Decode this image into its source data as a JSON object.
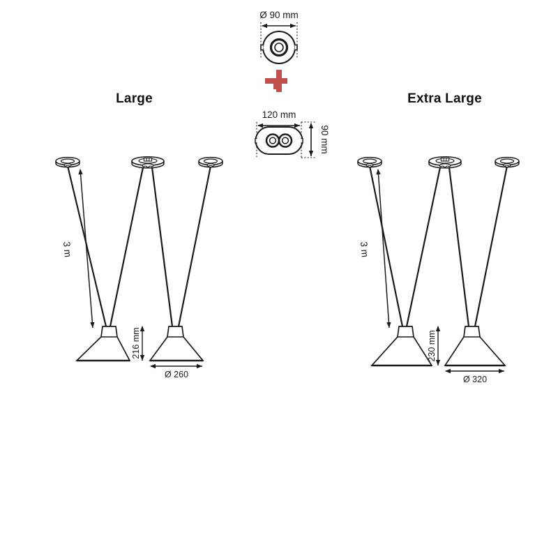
{
  "document": {
    "type": "technical-dimension-drawing",
    "background_color": "#ffffff",
    "line_color": "#1a1a1a",
    "accent_color": "#c0504d"
  },
  "top_detail": {
    "name": "round-ceiling-rose",
    "dimension_label": "Ø 90 mm",
    "shape": "circle",
    "outlets": 1
  },
  "combine_symbol": {
    "glyph": "plus",
    "color": "#c0504d",
    "label": "+"
  },
  "oval_detail": {
    "name": "oval-double-ceiling-rose",
    "width_label": "120 mm",
    "height_label": "90 mm",
    "shape": "oval",
    "outlets": 2
  },
  "variants": [
    {
      "id": "large",
      "title": "Large",
      "drop_label": "3 m",
      "shade_height_label": "216 mm",
      "shade_diameter_label": "Ø 260"
    },
    {
      "id": "extra-large",
      "title": "Extra Large",
      "drop_label": "3 m",
      "shade_height_label": "230 mm",
      "shade_diameter_label": "Ø 320"
    }
  ]
}
